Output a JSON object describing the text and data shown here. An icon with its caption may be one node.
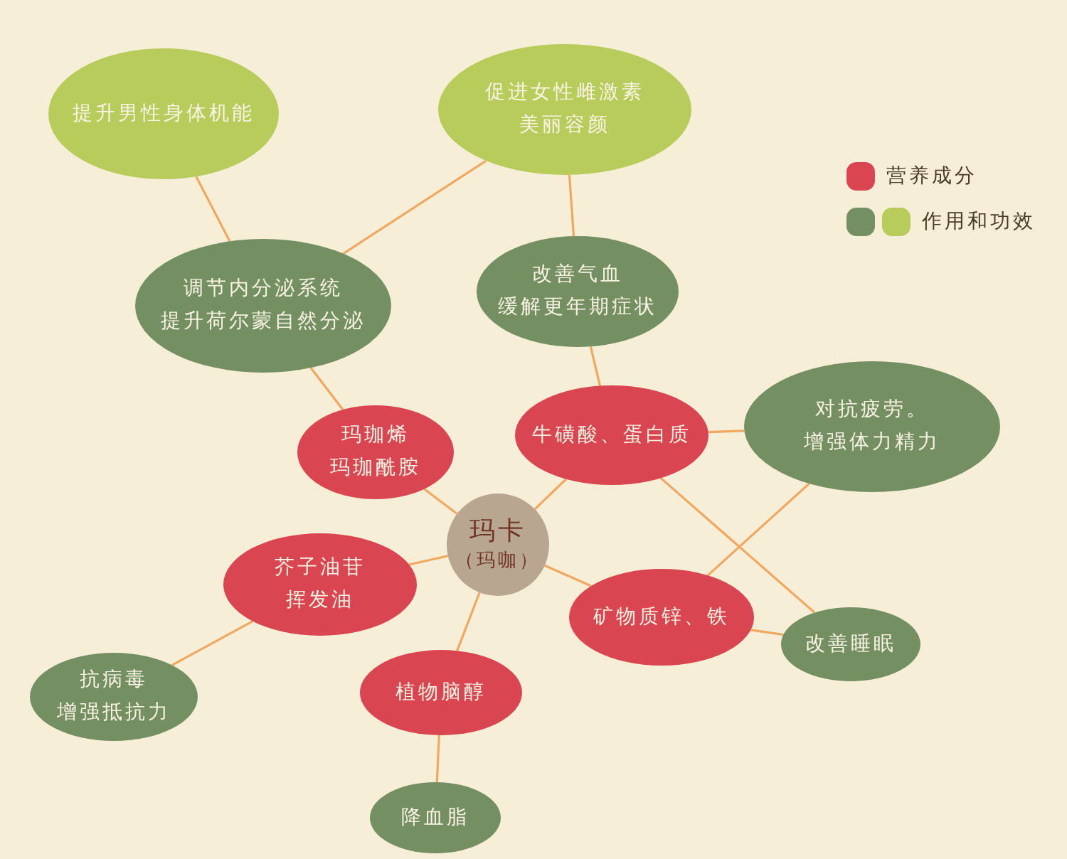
{
  "diagram": {
    "nodes": [
      {
        "text": [
          "玛卡",
          "（玛咖）"
        ]
      },
      {
        "text": [
          "提升男性身体机能"
        ]
      },
      {
        "text": [
          "促进女性雌激素美丽容颜"
        ]
      },
      {
        "text": [
          "调节内分泌系统提升荷尔蒙自然分泌"
        ]
      },
      {
        "text": [
          "改善气血缓解更年期症状"
        ]
      },
      {
        "text": [
          "玛珈烯玛珈酰胺"
        ]
      },
      {
        "text": [
          "牛磺酸、蛋白质"
        ]
      },
      {
        "text": [
          "对抗疲劳。增强体力精力"
        ]
      },
      {
        "text": [
          "芥子油苷挥发油"
        ]
      },
      {
        "text": [
          "矿物质锌、铁"
        ]
      },
      {
        "text": [
          "改善睡眠"
        ]
      },
      {
        "text": [
          "抗病毒增强抵抗力"
        ]
      },
      {
        "text": [
          "植物脑醇"
        ]
      },
      {
        "text": [
          "降血脂"
        ]
      }
    ],
    "edges": [
      {
        "from": 1,
        "to": 3,
        "arrow": "none"
      },
      {
        "from": 2,
        "to": 3,
        "arrow": "none"
      },
      {
        "from": 2,
        "to": 4,
        "arrow": "none"
      },
      {
        "from": 3,
        "to": 5,
        "arrow": "none"
      },
      {
        "from": 4,
        "to": 6,
        "arrow": "none"
      },
      {
        "from": 5,
        "to": 0,
        "arrow": "none"
      },
      {
        "from": 6,
        "to": 0,
        "arrow": "none"
      },
      {
        "from": 6,
        "to": 7,
        "arrow": "none"
      },
      {
        "from": 6,
        "to": 10,
        "arrow": "none"
      },
      {
        "from": 7,
        "to": 9,
        "arrow": "none"
      },
      {
        "from": 9,
        "to": 10,
        "arrow": "none"
      },
      {
        "from": 9,
        "to": 0,
        "arrow": "none"
      },
      {
        "from": 8,
        "to": 0,
        "arrow": "none"
      },
      {
        "from": 8,
        "to": 11,
        "arrow": "none"
      },
      {
        "from": 12,
        "to": 0,
        "arrow": "none"
      },
      {
        "from": 12,
        "to": 13,
        "arrow": "none"
      }
    ],
    "legend": [
      {
        "text": "营养成分",
        "color": "#d94551"
      },
      {
        "text": "作用和功效",
        "color": "#748f62"
      }
    ]
  }
}
